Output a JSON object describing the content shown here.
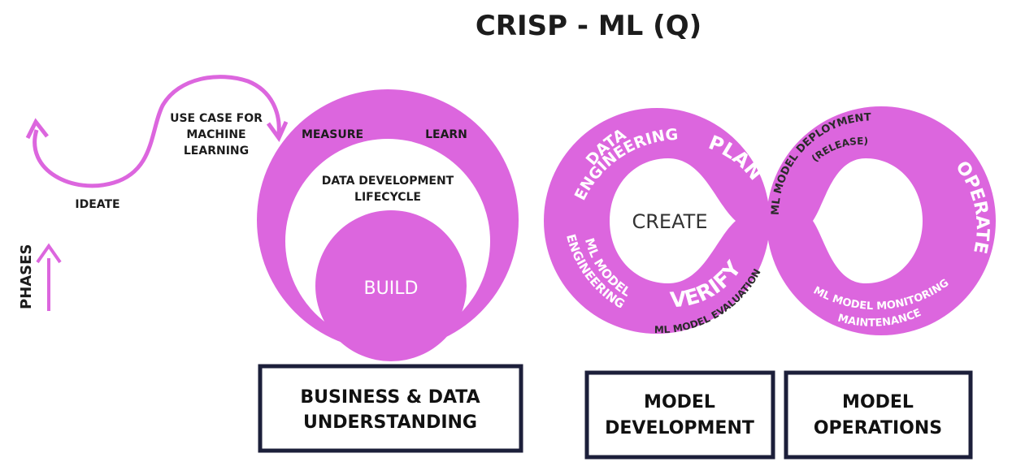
{
  "title": "CRISP - ML (Q)",
  "colors": {
    "accent": "#dc66de",
    "dark_text": "#1c1c1c",
    "box_border": "#1c1f3a",
    "light_text": "#ffffff"
  },
  "phases_label": "PHASES",
  "ideate": {
    "label": "IDEATE",
    "use_case": [
      "USE CASE FOR",
      "MACHINE",
      "LEARNING"
    ]
  },
  "build": {
    "measure": "MEASURE",
    "learn": "LEARN",
    "lifecycle": [
      "DATA DEVELOPMENT",
      "LIFECYCLE"
    ],
    "center": "BUILD"
  },
  "infinity": {
    "create": "CREATE",
    "data_engineering": [
      "DATA",
      "ENGINEERING"
    ],
    "plan": "PLAN",
    "ml_model_engineering": [
      "ML MODEL",
      "ENGINEERING"
    ],
    "verify": "VERIFY",
    "ml_model_evaluation": "ML MODEL EVALUATION",
    "ml_model_deployment": [
      "ML MODEL DEPLOYMENT",
      "(RELEASE)"
    ],
    "operate": "OPERATE",
    "ml_model_monitoring": [
      "ML MODEL MONITORING /",
      "MAINTENANCE"
    ]
  },
  "boxes": {
    "business": [
      "BUSINESS & DATA",
      "UNDERSTANDING"
    ],
    "development": [
      "MODEL",
      "DEVELOPMENT"
    ],
    "operations": [
      "MODEL",
      "OPERATIONS"
    ]
  }
}
